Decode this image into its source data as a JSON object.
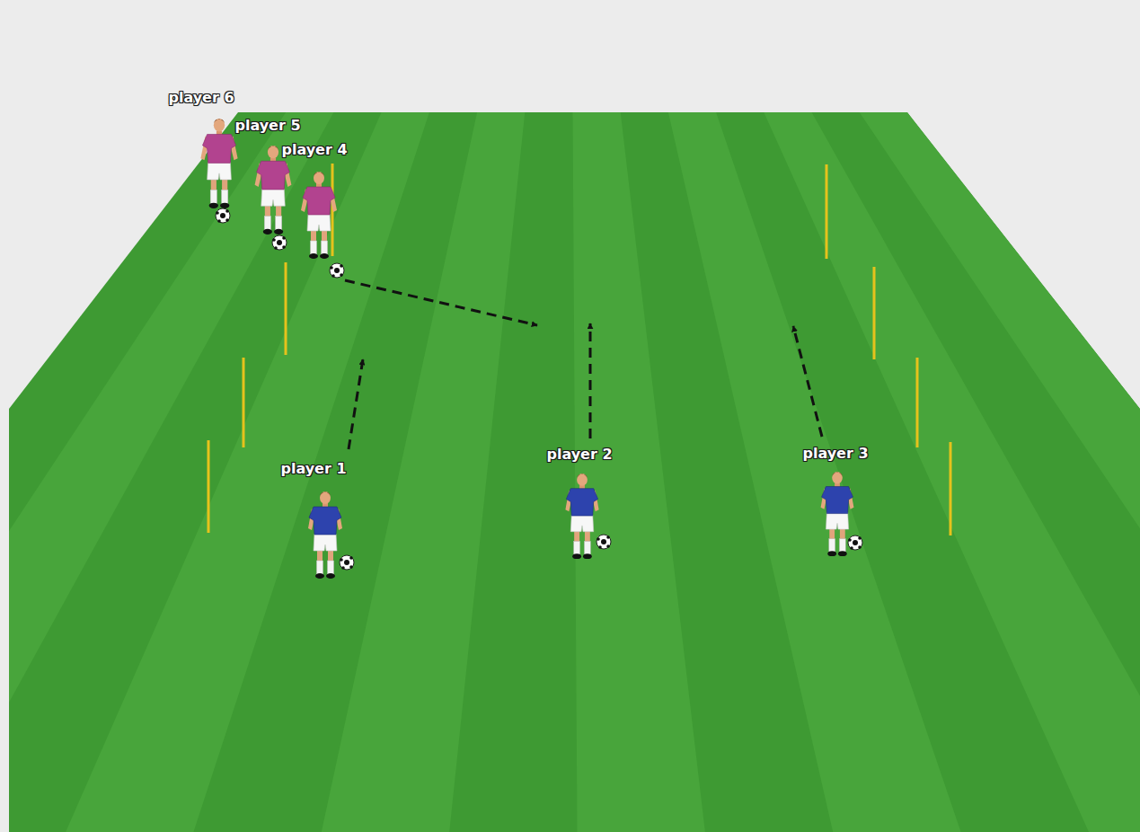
{
  "diagram": {
    "labels": [
      "player 6",
      "player 5",
      "player 4",
      "player 1",
      "player 2",
      "player 3"
    ]
  }
}
